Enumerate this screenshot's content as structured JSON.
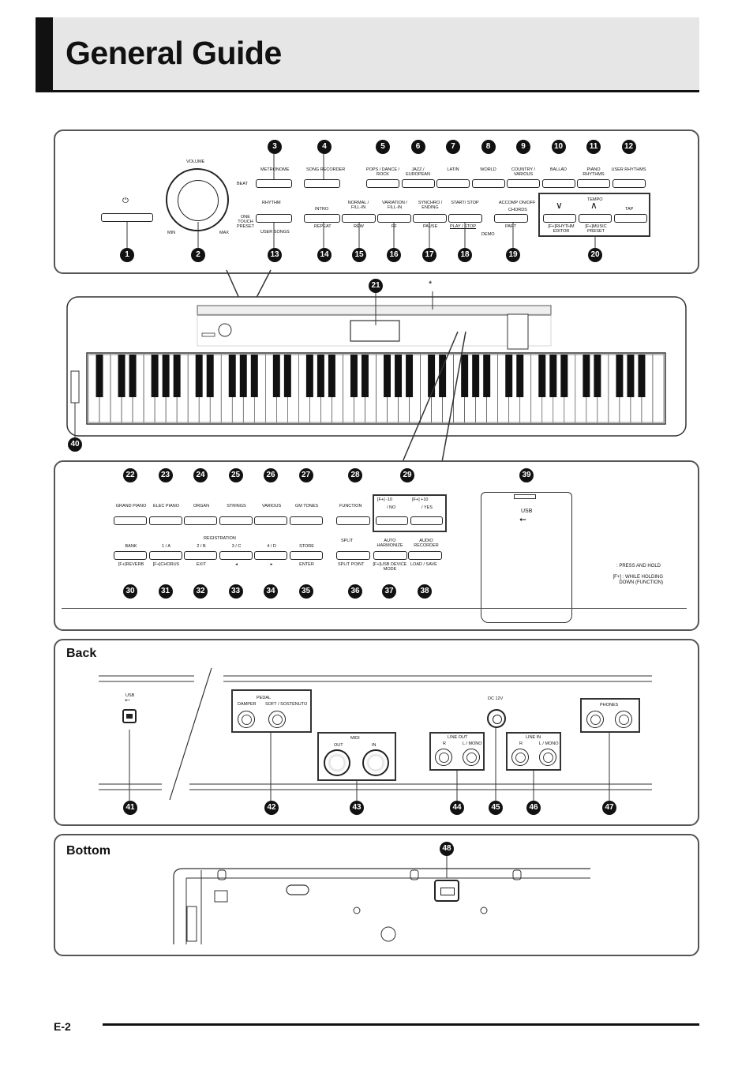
{
  "page": {
    "title": "General Guide",
    "page_number": "E-2"
  },
  "sections": {
    "back": "Back",
    "bottom": "Bottom"
  },
  "top_panel": {
    "volume": "VOLUME",
    "min": "MIN",
    "max": "MAX",
    "power_symbol": "⏻",
    "metronome": "METRONOME",
    "beat": "BEAT",
    "song_recorder": "SONG RECORDER",
    "rhythm": "RHYTHM",
    "one_touch_preset": "ONE TOUCH PRESET",
    "user_songs": "USER SONGS",
    "intro": "INTRO",
    "repeat": "REPEAT",
    "normal_fill_in": "NORMAL / FILL-IN",
    "rew": "REW",
    "variation_fill_in": "VARIATION / FILL-IN",
    "ff": "FF",
    "synchro_ending": "SYNCHRO / ENDING",
    "pause": "PAUSE",
    "start_stop": "START/ STOP",
    "play_stop": "PLAY / STOP",
    "demo": "DEMO",
    "accomp_on_off": "ACCOMP ON/OFF",
    "chords": "CHORDS",
    "part": "PART",
    "tempo": "TEMPO",
    "tap": "TAP",
    "rhythm_editor": "[F+]RHYTHM EDITOR",
    "music_preset": "[F+]MUSIC PRESET",
    "categories": [
      "POPS / DANCE / ROCK",
      "JAZZ / EUROPEAN",
      "LATIN",
      "WORLD",
      "COUNTRY / VARIOUS",
      "BALLAD",
      "PIANO RHYTHMS",
      "USER RHYTHMS"
    ]
  },
  "middle_panel": {
    "tones": [
      "GRAND PIANO",
      "ELEC PIANO",
      "ORGAN",
      "STRINGS",
      "VARIOUS",
      "GM TONES"
    ],
    "function": "FUNCTION",
    "minus10": "[F+] -10",
    "plus10": "[F+] +10",
    "no": "/ NO",
    "yes": "/ YES",
    "registration": "REGISTRATION",
    "reg_top": [
      "BANK",
      "1 / A",
      "2 / B",
      "3 / C",
      "4 / D",
      "STORE"
    ],
    "reg_bottom": [
      "[F+]REVERB",
      "[F+]CHORUS",
      "EXIT",
      "◂",
      "▸",
      "ENTER"
    ],
    "split": "SPLIT",
    "split_point": "SPLIT POINT",
    "auto_harmonize": "AUTO HARMONIZE",
    "device_mode": "[F+]USB DEVICE MODE",
    "audio_recorder": "AUDIO RECORDER",
    "load_save": "LOAD / SAVE",
    "usb": "USB",
    "press_hold": ": PRESS AND HOLD",
    "while_holding": "[F+] : WHILE HOLDING DOWN (FUNCTION)"
  },
  "keyboard": {
    "asterisk": "*"
  },
  "back_panel": {
    "usb": "USB",
    "pedal": "PEDAL",
    "damper": "DAMPER",
    "soft_sostenuto": "SOFT / SOSTENUTO",
    "midi": "MIDI",
    "out": "OUT",
    "in": "IN",
    "line_out": "LINE OUT",
    "line_in": "LINE IN",
    "r": "R",
    "l_mono": "L / MONO",
    "dc": "DC 12V",
    "phones": "PHONES"
  },
  "callouts": {
    "c1": "1",
    "c2": "2",
    "c3": "3",
    "c4": "4",
    "c5": "5",
    "c6": "6",
    "c7": "7",
    "c8": "8",
    "c9": "9",
    "c10": "10",
    "c11": "11",
    "c12": "12",
    "c13": "13",
    "c14": "14",
    "c15": "15",
    "c16": "16",
    "c17": "17",
    "c18": "18",
    "c19": "19",
    "c20": "20",
    "c21": "21",
    "c22": "22",
    "c23": "23",
    "c24": "24",
    "c25": "25",
    "c26": "26",
    "c27": "27",
    "c28": "28",
    "c29": "29",
    "c30": "30",
    "c31": "31",
    "c32": "32",
    "c33": "33",
    "c34": "34",
    "c35": "35",
    "c36": "36",
    "c37": "37",
    "c38": "38",
    "c39": "39",
    "c40": "40",
    "c41": "41",
    "c42": "42",
    "c43": "43",
    "c44": "44",
    "c45": "45",
    "c46": "46",
    "c47": "47",
    "c48": "48"
  }
}
